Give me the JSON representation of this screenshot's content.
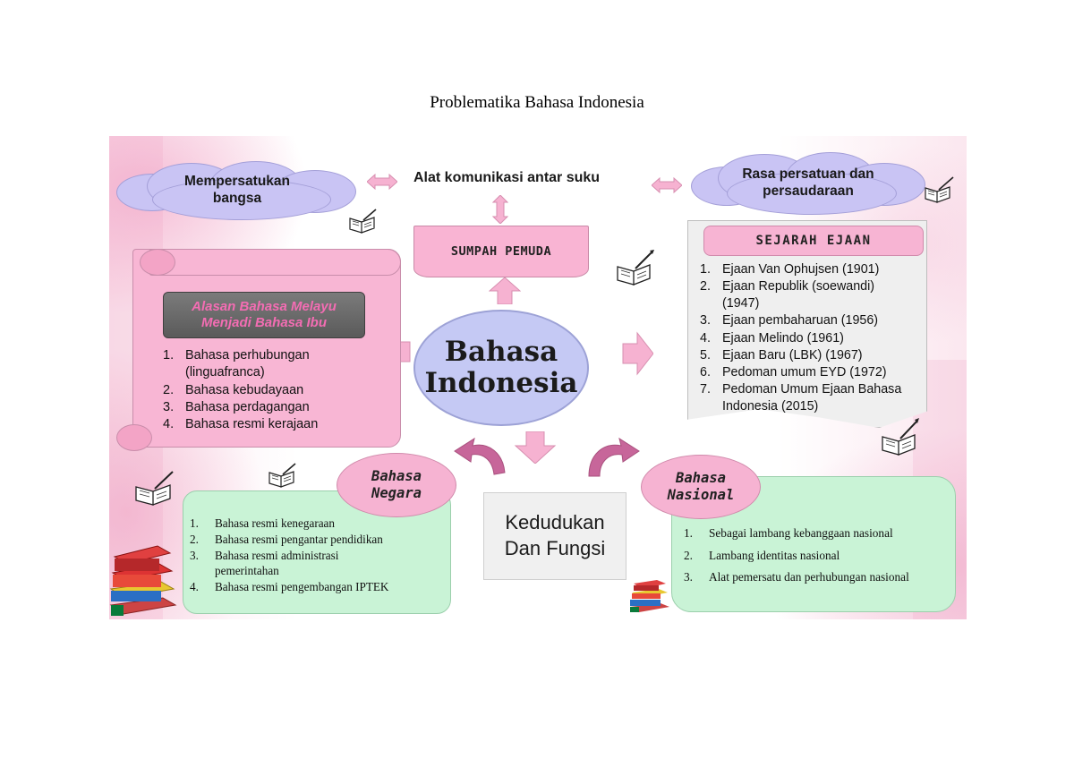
{
  "page": {
    "title": "Problematika Bahasa Indonesia"
  },
  "top": {
    "left_cloud": "Mempersatukan\nbangsa",
    "center_text": "Alat komunikasi antar suku",
    "right_cloud": "Rasa persatuan dan\npersaudaraan"
  },
  "banner": {
    "label": "SUMPAH PEMUDA"
  },
  "center": {
    "label": "Bahasa\nIndonesia"
  },
  "alasan": {
    "heading": "Alasan Bahasa Melayu\nMenjadi Bahasa Ibu",
    "items": [
      {
        "num": "1.",
        "text": "Bahasa perhubungan\n(linguafranca)"
      },
      {
        "num": "2.",
        "text": "Bahasa kebudayaan"
      },
      {
        "num": "3.",
        "text": "Bahasa perdagangan"
      },
      {
        "num": "4.",
        "text": "Bahasa resmi kerajaan"
      }
    ]
  },
  "sejarah": {
    "heading": "SEJARAH EJAAN",
    "items": [
      {
        "num": "1.",
        "text": "Ejaan Van Ophujsen (1901)"
      },
      {
        "num": "2.",
        "text": "Ejaan Republik (soewandi)\n(1947)"
      },
      {
        "num": "3.",
        "text": "Ejaan pembaharuan (1956)"
      },
      {
        "num": "4.",
        "text": "Ejaan Melindo (1961)"
      },
      {
        "num": "5.",
        "text": "Ejaan Baru (LBK) (1967)"
      },
      {
        "num": "6.",
        "text": "Pedoman umum EYD (1972)"
      },
      {
        "num": "7.",
        "text": "Pedoman Umum Ejaan Bahasa\nIndonesia (2015)"
      }
    ]
  },
  "negara": {
    "heading": "Bahasa\nNegara",
    "items": [
      {
        "num": "1.",
        "text": "Bahasa resmi kenegaraan"
      },
      {
        "num": "2.",
        "text": "Bahasa resmi pengantar pendidikan"
      },
      {
        "num": "3.",
        "text": "Bahasa resmi administrasi\npemerintahan"
      },
      {
        "num": "4.",
        "text": "Bahasa resmi pengembangan IPTEK"
      }
    ]
  },
  "kedudukan": {
    "label": "Kedudukan\nDan Fungsi"
  },
  "nasional": {
    "heading": "Bahasa\nNasional",
    "items": [
      {
        "num": "1.",
        "text": "Sebagai lambang kebanggaan nasional"
      },
      {
        "num": "2.",
        "text": "Lambang identitas nasional"
      },
      {
        "num": "3.",
        "text": "Alat pemersatu dan perhubungan nasional"
      }
    ]
  },
  "colors": {
    "pink": "#f8b6d4",
    "lavender": "#c9c4f4",
    "green": "#c9f3d6",
    "heading_pink_text": "#f36db3"
  },
  "icons": [
    "book-quill-icon",
    "book-stack-icon",
    "double-arrow-icon",
    "block-arrow-icon",
    "curved-arrow-icon"
  ]
}
